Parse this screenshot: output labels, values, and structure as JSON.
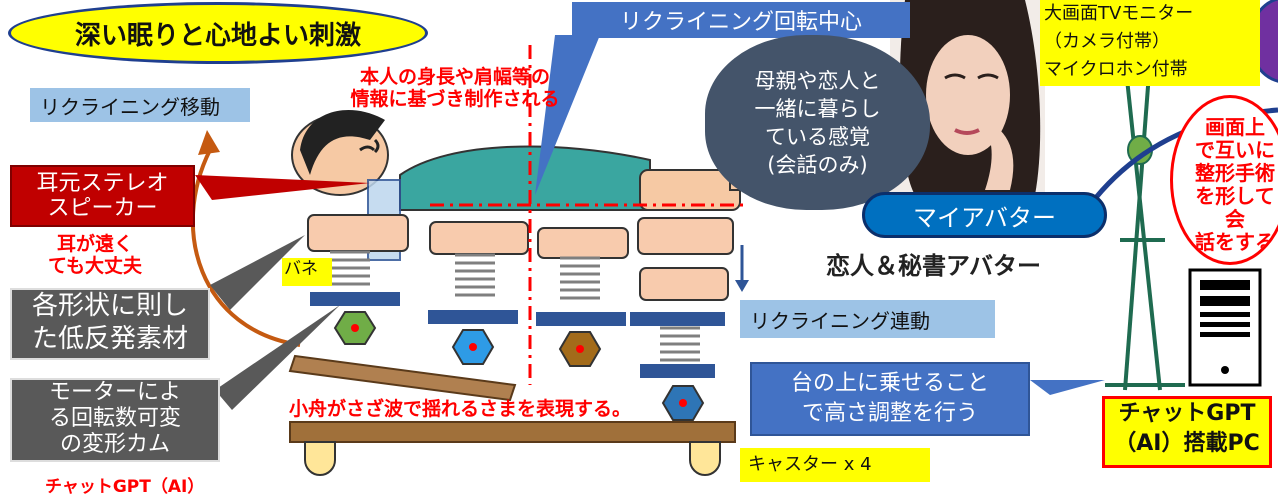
{
  "header": {
    "title": "深い眠りと心地よい刺激"
  },
  "labels": {
    "recline_move": "リクライニング移動",
    "recline_center": "リクライニング回転中心",
    "body_fit_line1": "本人の身長や肩幅等の",
    "body_fit_line2": "情報に基づき制作される",
    "speaker_line1": "耳元ステレオ",
    "speaker_line2": "スピーカー",
    "ear_ok_line1": "耳が遠く",
    "ear_ok_line2": "ても大丈夫",
    "spring": "バネ",
    "material_line1": "各形状に則し",
    "material_line2": "た低反発素材",
    "cam_line1": "モーターによ",
    "cam_line2": "る回転数可変",
    "cam_line3": "の変形カム",
    "chatgpt_partial": "チャットGPT（AI）",
    "boat": "小舟がさざ波で揺れるさまを表現する。",
    "recline_link": "リクライニング連動",
    "height_adj_line1": "台の上に乗せること",
    "height_adj_line2": "で高さ調整を行う",
    "casters": "キャスター x 4",
    "bubble_line1": "母親や恋人と",
    "bubble_line2": "一緒に暮らし",
    "bubble_line3": "ている感覚",
    "bubble_line4": "(会話のみ)",
    "my_avatar": "マイアバター",
    "avatar_caption": "恋人＆秘書アバター",
    "monitor_line1": "大画面TVモニター",
    "monitor_line2": "（カメラ付帯）",
    "monitor_line3": "マイクロホン付帯",
    "circle_line1": "画面上",
    "circle_line2": "で互いに",
    "circle_line3": "整形手術",
    "circle_line4": "を形して会",
    "circle_line5": "話をする",
    "pc_line1": "チャットGPT",
    "pc_line2": "（AI）搭載PC"
  },
  "colors": {
    "accent_red": "#ff0000",
    "label_blue": "#9dc3e6",
    "navy": "#4472c4",
    "bubble": "#44546a",
    "speaker_red": "#c00000",
    "yellow": "#ffff00"
  }
}
